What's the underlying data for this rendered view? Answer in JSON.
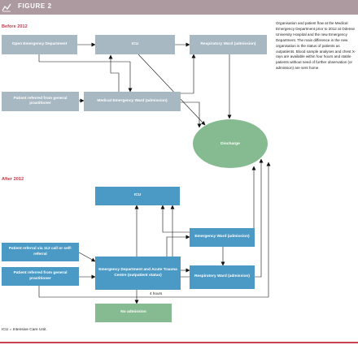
{
  "header": {
    "figure_label": "FIGURE 2"
  },
  "sections": {
    "before": "Before 2012",
    "after": "After 2012"
  },
  "before": {
    "open_ed": "Open Emergency Department",
    "icu": "ICU",
    "respiratory": "Respiratory Ward (admission)",
    "patient_gp": "Patient referred from general practitioner",
    "medical_emergency": "Medical Emergency Ward (admission)",
    "discharge": "Discharge"
  },
  "after": {
    "icu": "ICU",
    "patient_112": "Patient referral via 112 call or self-referral",
    "patient_gp": "Patient referred from general practitioner",
    "ed_acute": "Emergency Department and Acute Trauma Centre (outpatient status)",
    "emergency_ward": "Emergency Ward (admission)",
    "respiratory": "Respiratory Ward (admission)",
    "no_admission": "No admission",
    "four_hours": "4 hours"
  },
  "caption": "Organisation and patient flow at the Medical Emergency Department prior to 2012 at Odense University Hospital and the new Emergency Department. The main difference in the new organisation is the status of patients as outpatients. Blood sample analyses and chest X-rays are available within four hours and stable patients without need of further observation (or admission) are sent home.",
  "footnote": "ICU = Intensive Care Unit.",
  "colors": {
    "header_bar": "#ad9aa1",
    "accent_red": "#c23a4a",
    "before_box": "#a7b8c3",
    "after_box": "#4b9ac6",
    "green_box": "#86bb91"
  }
}
